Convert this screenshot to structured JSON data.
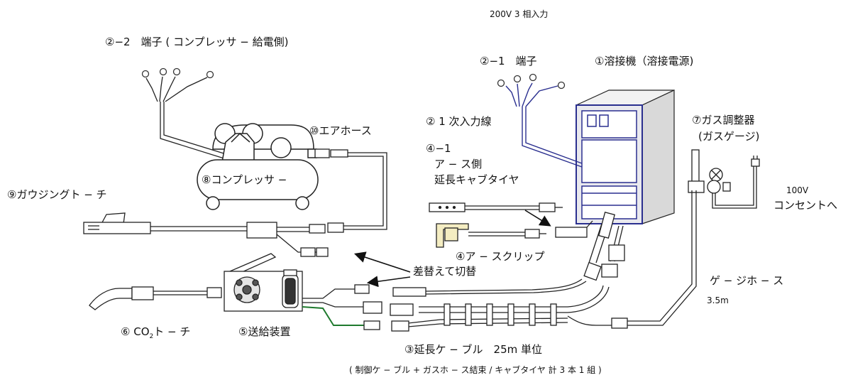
{
  "labels": {
    "power_input": "200V 3 相入力",
    "terminal_compressor": "②−2　端子 ( コンプレッサ − 給電側)",
    "terminal_1": "②−1　端子",
    "welder": "①溶接機（溶接電源)",
    "primary_input_cable": "②  1 次入力線",
    "gas_regulator_line1": "⑦ガス調整器",
    "gas_regulator_line2": "(ガスゲージ)",
    "air_hose": "⑩エアホース",
    "earth_ext_line1": "④−1",
    "earth_ext_line2": "ア − ス側",
    "earth_ext_line3": "延長キャブタイヤ",
    "compressor": "⑧コンプレッサ −",
    "gouging_torch": "⑨ガウジングト − チ",
    "outlet_voltage": "100V",
    "outlet_label": "コンセントへ",
    "earth_clip": "④ア − スクリップ",
    "swap": "差替えて切替",
    "gauge_hose": "ゲ − ジホ − ス",
    "gauge_hose_length": "3.5m",
    "co2_torch_prefix": "⑥ CO",
    "co2_torch_sub": "2",
    "co2_torch_suffix": "ト − チ",
    "feeder": "⑤送給装置",
    "ext_cable": "③延長ケ − ブル　25m 単位",
    "ext_cable_note": "( 制御ケ − ブル + ガスホ − ス結束 / キャブタイヤ  計 3 本  1 組 )"
  },
  "colors": {
    "line": "#222222",
    "primary_cable": "#2a2f8f",
    "welder_frame": "#2a2f8f",
    "ground_wire": "#1f7a2e",
    "cabinet_fill": "#e9e9ee",
    "clip_fill": "#f4edc2"
  }
}
